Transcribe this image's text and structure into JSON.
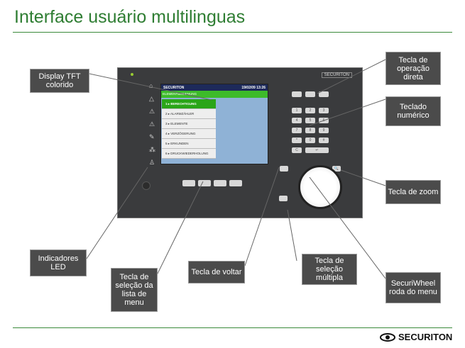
{
  "title": "Interface usuário multilinguas",
  "device": {
    "brand": "SECURITON",
    "screen": {
      "brand": "SECURITON",
      "datetime": "19/02/09 13:26",
      "header": "ELEMENTBEDIENUNG",
      "menu": [
        "1 ▸ BERECHTIGUNG",
        "2 ▸ ALARMZÄHLER",
        "3 ▸ ELEMENTE",
        "4 ▸ VERZÖGERUNG",
        "5 ▸ ERKUNDEN",
        "6 ▸ DRUCKWIEDERHOLUNG"
      ]
    },
    "keypad": [
      "1",
      "2",
      "3",
      "4",
      "5",
      "6",
      "7",
      "8",
      "9",
      "*",
      "0",
      "#",
      "C",
      "↵"
    ]
  },
  "callouts": {
    "display": "Display TFT colorido",
    "direct": "Tecla de operação direta",
    "numeric": "Teclado numérico",
    "zoom": "Tecla de zoom",
    "led": "Indicadores LED",
    "menu_select": "Tecla de seleção da lista de menu",
    "back": "Tecla de voltar",
    "multi": "Tecla de seleção múltipla",
    "wheel": "SecuriWheel roda do menu"
  },
  "footer": {
    "logo": "SECURITON"
  }
}
